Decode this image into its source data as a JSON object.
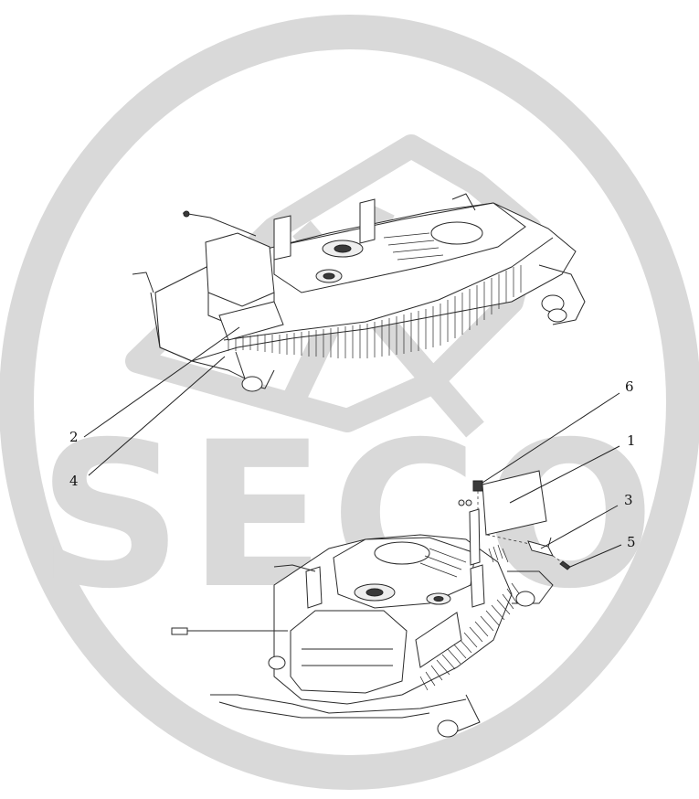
{
  "watermark": {
    "text": "SECO",
    "color": "#d9d9d9"
  },
  "callouts": [
    {
      "id": "c1",
      "label": "1"
    },
    {
      "id": "c2",
      "label": "2"
    },
    {
      "id": "c3",
      "label": "3"
    },
    {
      "id": "c4",
      "label": "4"
    },
    {
      "id": "c5",
      "label": "5"
    },
    {
      "id": "c6",
      "label": "6"
    }
  ],
  "figures": {
    "top": "mower-deck-assembled",
    "bottom": "mower-deck-exploded-deflector"
  }
}
